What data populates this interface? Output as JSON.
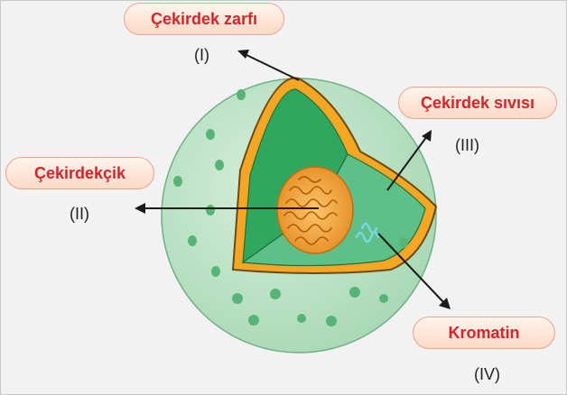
{
  "labels": {
    "zarf": {
      "text": "Çekirdek zarfı",
      "num": "(I)"
    },
    "cekirdekcik": {
      "text": "Çekirdekçik",
      "num": "(II)"
    },
    "sivi": {
      "text": "Çekirdek sıvısı",
      "num": "(III)"
    },
    "kromatin": {
      "text": "Kromatin",
      "num": "(IV)"
    }
  },
  "colors": {
    "cytoplasm": "#bfe3c8",
    "nucleus_inner": "#35b36a",
    "nucleus_floor": "#5cc087",
    "envelope": "#f5a623",
    "label_text": "#d8232a"
  }
}
